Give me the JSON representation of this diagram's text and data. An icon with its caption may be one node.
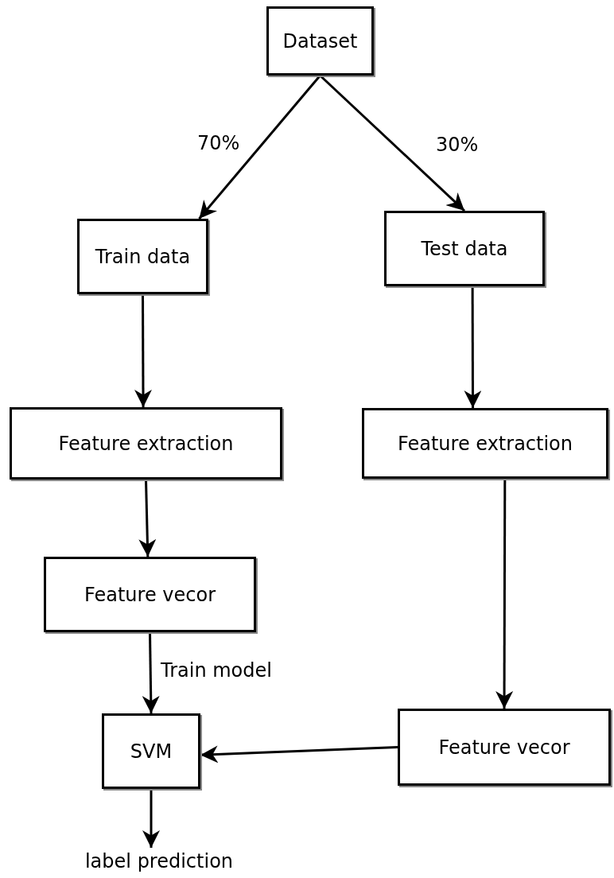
{
  "diagram": {
    "nodes": [
      {
        "text": [
          "Dataset"
        ]
      },
      {
        "text": [
          "Train data"
        ]
      },
      {
        "text": [
          "Test data"
        ]
      },
      {
        "text": [
          "Feature extraction"
        ]
      },
      {
        "text": [
          "Feature extraction"
        ]
      },
      {
        "text": [
          "Feature vecor"
        ]
      },
      {
        "text": [
          "Feature vecor"
        ]
      },
      {
        "text": [
          "SVM"
        ]
      },
      {
        "text": [
          "label prediction"
        ]
      }
    ],
    "edges": [
      {
        "from": 0,
        "to": 1,
        "arrow": "to",
        "label": "70%"
      },
      {
        "from": 0,
        "to": 2,
        "arrow": "to",
        "label": "30%"
      },
      {
        "from": 1,
        "to": 3,
        "arrow": "to"
      },
      {
        "from": 2,
        "to": 4,
        "arrow": "to"
      },
      {
        "from": 3,
        "to": 5,
        "arrow": "to"
      },
      {
        "from": 4,
        "to": 6,
        "arrow": "to"
      },
      {
        "from": 5,
        "to": 7,
        "arrow": "to",
        "label": "Train model"
      },
      {
        "from": 6,
        "to": 7,
        "arrow": "to"
      },
      {
        "from": 7,
        "to": 8,
        "arrow": "to"
      }
    ]
  }
}
